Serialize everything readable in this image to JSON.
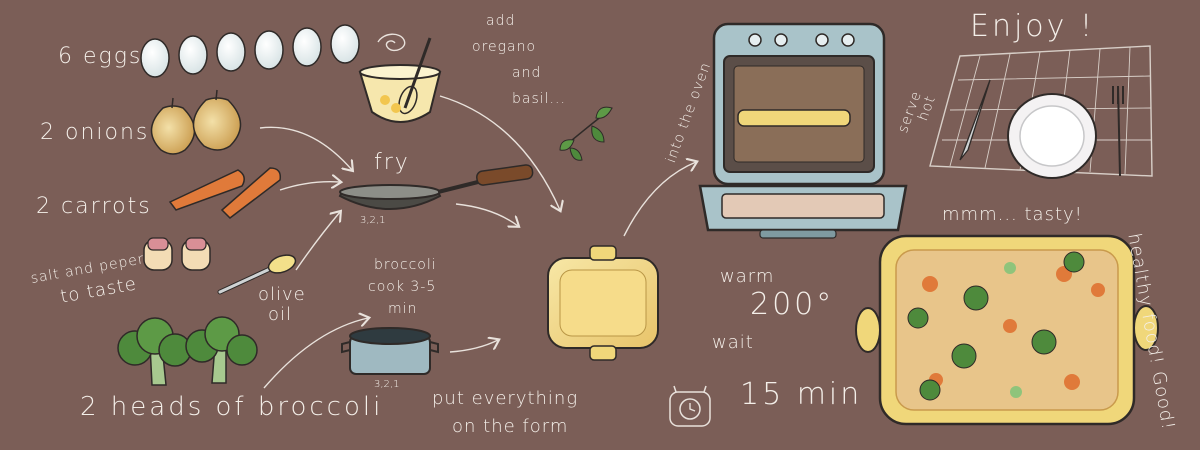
{
  "ingredients": {
    "eggs": "6 eggs",
    "onions": "2 onions",
    "carrots": "2 carrots",
    "salt_line1": "salt and peper",
    "salt_line2": "to taste",
    "olive_line1": "olive",
    "olive_line2": "oil",
    "broccoli": "2 heads of broccoli"
  },
  "steps": {
    "fry": "fry",
    "fry_count": "3,2,1",
    "add_line1": "add",
    "add_line2": "oregano",
    "add_line3": "and",
    "add_line4": "basil...",
    "broccoli_line1": "broccoli",
    "broccoli_line2": "cook 3-5",
    "broccoli_line3": "min",
    "pot_count": "3,2,1",
    "put_line1": "put everything",
    "put_line2": "on the form",
    "into_oven": "into the oven",
    "warm": "warm",
    "temperature": "200°",
    "wait": "wait",
    "time": "15 min",
    "serve_line1": "serve",
    "serve_line2": "hot"
  },
  "finale": {
    "enjoy": "Enjoy !",
    "tasty": "mmm... tasty!",
    "healthy": "healthy food! Good!"
  },
  "colors": {
    "background": "#7b5e57",
    "chalk": "#f4efe9",
    "dish_yellow": "#f0d77a",
    "oven_blue": "#a9c3c9",
    "broccoli_green": "#4e8a3c",
    "carrot_orange": "#e07a3a"
  }
}
